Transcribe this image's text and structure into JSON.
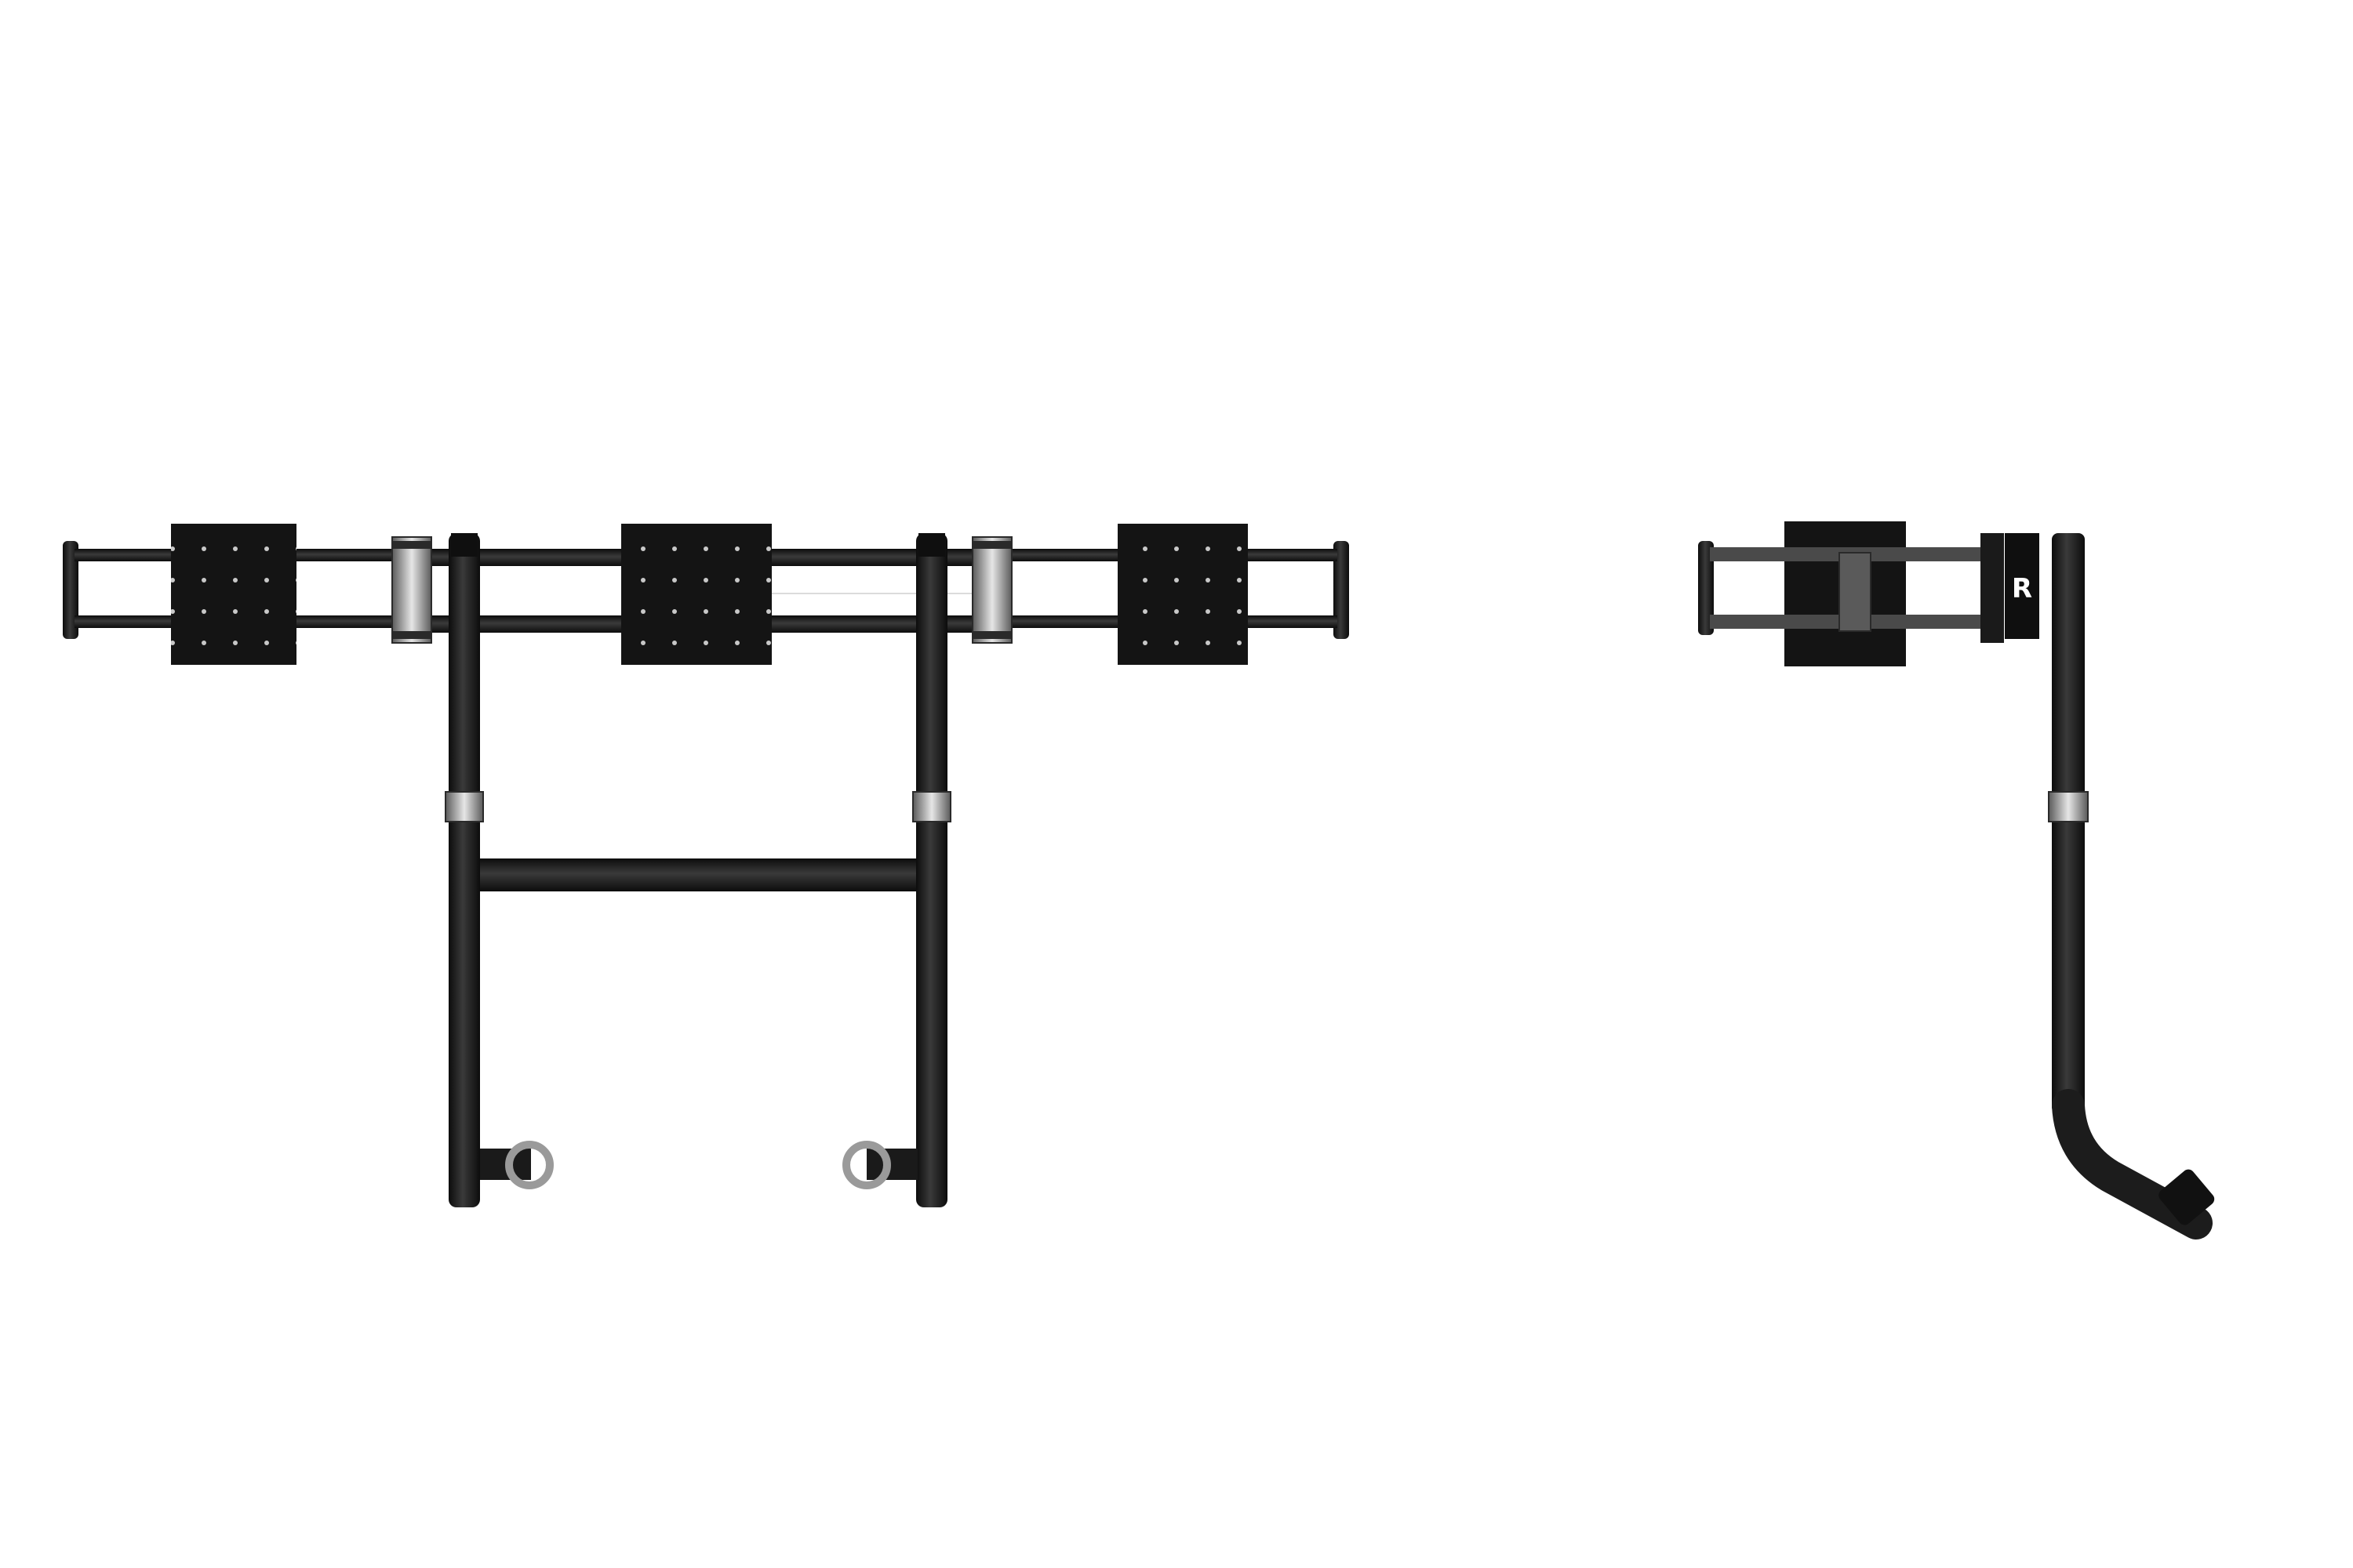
{
  "scene": {
    "background": "#ffffff",
    "metal_color": "#1b1b1b",
    "plate_color": "#141414",
    "clamp_color": "#9a9a9a",
    "logo_text": "R"
  },
  "views": [
    {
      "name": "front-view",
      "icon": "triple-monitor-stand-front"
    },
    {
      "name": "side-view",
      "icon": "monitor-stand-side"
    }
  ]
}
